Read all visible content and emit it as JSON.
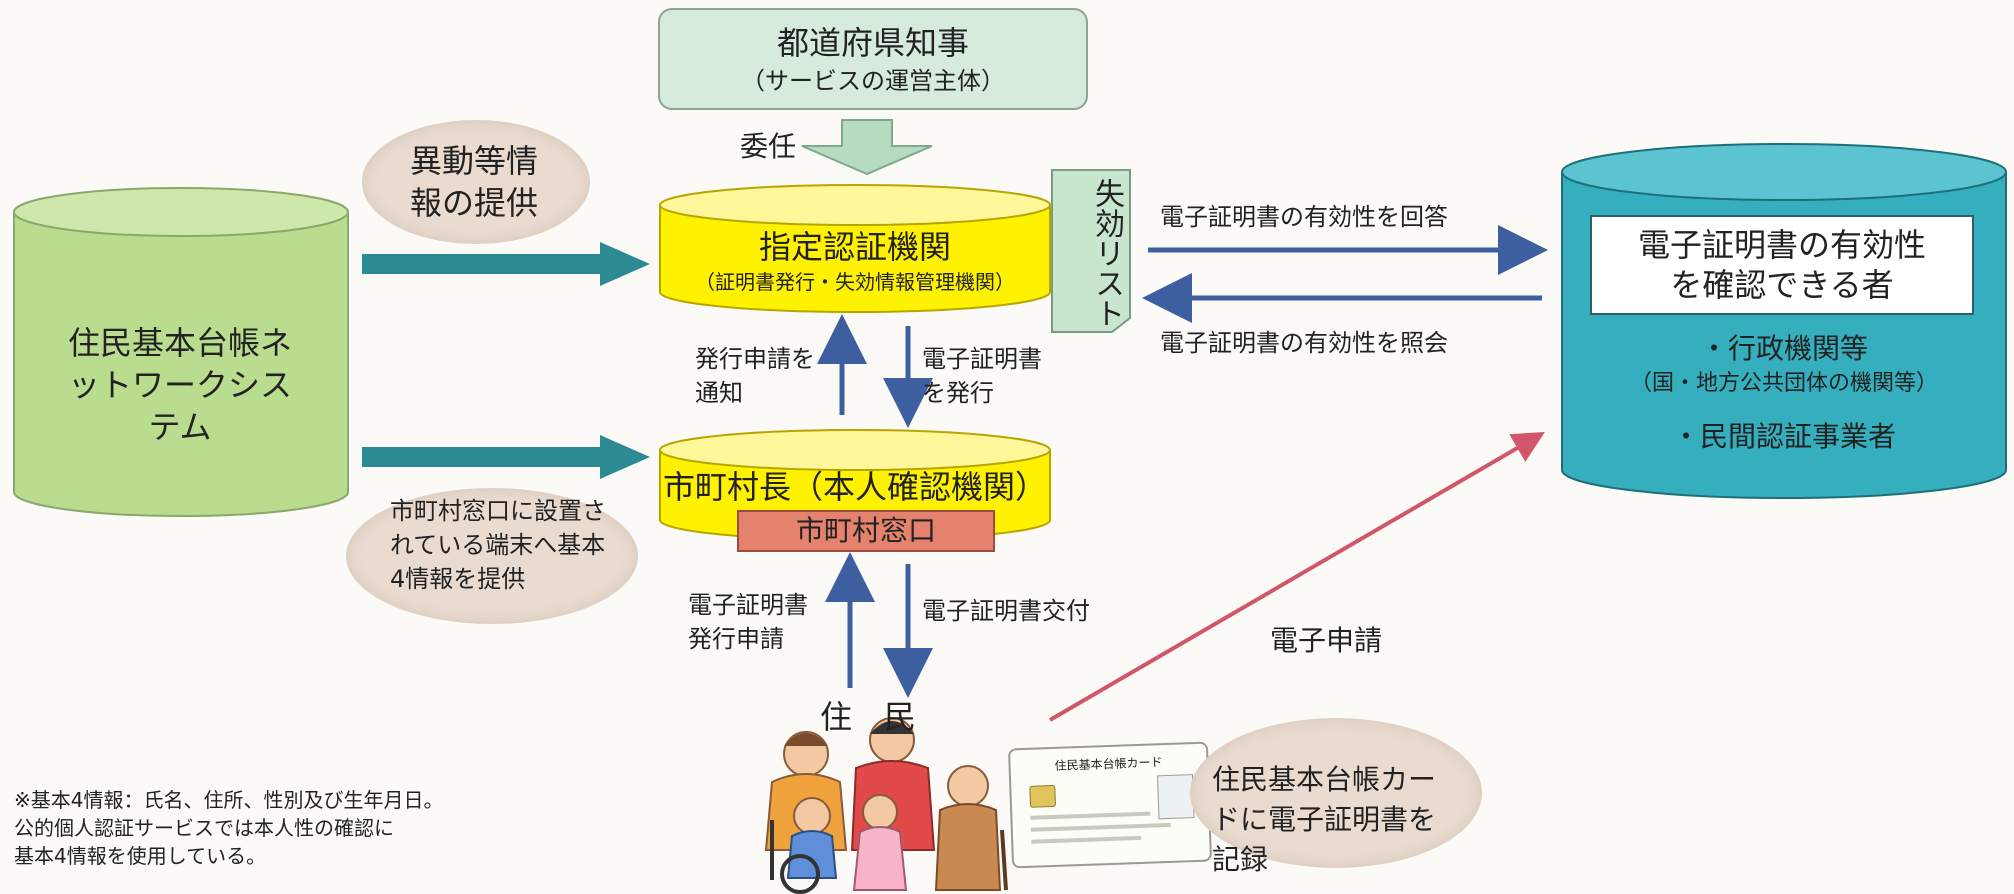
{
  "governor": {
    "title": "都道府県知事",
    "subtitle": "（サービスの運営主体）"
  },
  "delegation_label": "委任",
  "designated_ca": {
    "title": "指定認証機関",
    "subtitle": "（証明書発行・失効情報管理機関）"
  },
  "revocation_list": "失効リスト",
  "move_info": "異動等情報の提供",
  "juki_net": "住民基本台帳ネットワークシステム",
  "city_head": "市町村長（本人確認機関）",
  "city_window": "市町村窓口",
  "terminal_info": "市町村窓口に設置されている端末へ基本4情報を提供",
  "notify_request": "発行申請を通知",
  "issue_cert": "電子証明書を発行",
  "apply_cert": "電子証明書発行申請",
  "deliver_cert": "電子証明書交付",
  "answer_validity": "電子証明書の有効性を回答",
  "query_validity": "電子証明書の有効性を照会",
  "verifier": {
    "title": "電子証明書の有効性を確認できる者",
    "item1": "・行政機関等",
    "item1_note": "（国・地方公共団体の機関等）",
    "item2": "・民間認証事業者"
  },
  "e_application": "電子申請",
  "residents_label": "住　民",
  "card_caption": "住民基本台帳カードに電子証明書を記録",
  "card_title": "住民基本台帳カード",
  "footnote": [
    "※基本4情報：氏名、住所、性別及び生年月日。",
    "公的個人認証サービスでは本人性の確認に",
    "基本4情報を使用している。"
  ],
  "colors": {
    "green_cylinder": "#b9dc8e",
    "yellow_cylinder": "#fff200",
    "blue_cylinder": "#35aebe",
    "teal_arrow": "#2c8a92",
    "navy_arrow": "#3d5fa0",
    "red_arrow": "#d2566a"
  },
  "icons": [
    "residents-illustration-icon",
    "ic-chip-icon",
    "photo-icon"
  ]
}
